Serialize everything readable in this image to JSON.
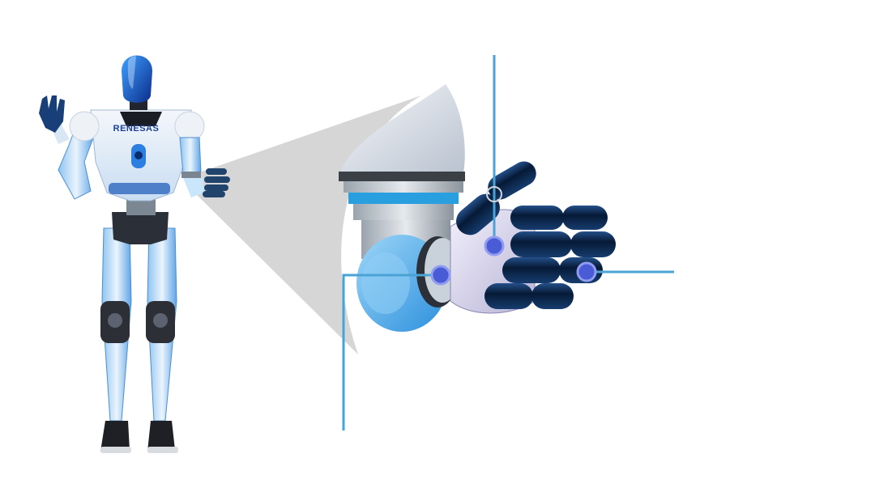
{
  "robot": {
    "logo_text": "RENESAS"
  },
  "colors": {
    "background": "#ffffff",
    "callout_line": "#4aa3d4",
    "hotspot_fill": "#4a5bd6",
    "finger_dark": "#0b2c52",
    "robot_blue": "#1c6fd8",
    "robot_light": "#dfe9f5",
    "zoom_cone": "#cfcfcf"
  },
  "icons": {
    "hotspot": "hotspot-dot-icon",
    "callout": "callout-line"
  },
  "hotspots": [
    {
      "name": "finger-joint-hotspot"
    },
    {
      "name": "palm-sensor-hotspot"
    },
    {
      "name": "wrist-joint-hotspot"
    }
  ]
}
